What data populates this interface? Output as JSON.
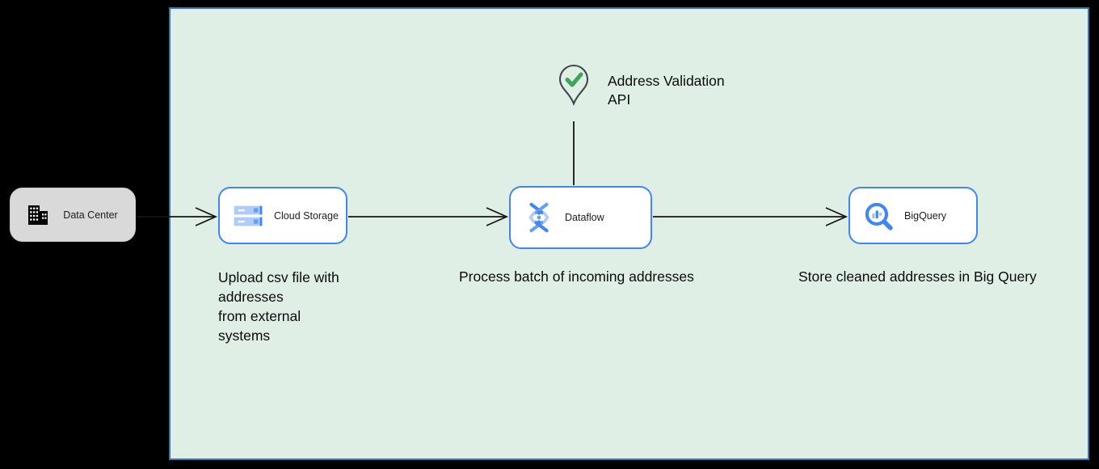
{
  "diagram": {
    "board": {
      "fill_color": "#dfefe6",
      "border_color": "#3676b5"
    },
    "nodes": {
      "data_center": {
        "label": "Data Center",
        "fill_color": "#d9d9d9",
        "icon": "building-icon",
        "icon_color": "#000000"
      },
      "cloud_storage": {
        "label": "Cloud Storage",
        "border_color": "#4284f3",
        "icon": "cloud-storage-icon"
      },
      "dataflow": {
        "label": "Dataflow",
        "border_color": "#4284f3",
        "icon": "dataflow-icon"
      },
      "bigquery": {
        "label": "BigQuery",
        "border_color": "#4284f3",
        "icon": "bigquery-icon"
      }
    },
    "icon_palette": {
      "blue_dark": "#4285f4",
      "blue_medium": "#669df6",
      "blue_light": "#aecbfa"
    },
    "api_marker": {
      "label": "Address Validation\nAPI",
      "icon": "location-pin-check-icon",
      "pin_outline_color": "#41474c",
      "check_color": "#3fa45c"
    },
    "captions": {
      "cloud_storage": "Upload csv file with\naddresses\nfrom external\nsystems",
      "dataflow": "Process batch of incoming addresses",
      "bigquery": "Store cleaned addresses in Big Query"
    },
    "connections": [
      {
        "from": "data-center",
        "to": "cloud-storage",
        "style": "open-arrow"
      },
      {
        "from": "cloud-storage",
        "to": "dataflow",
        "style": "open-arrow"
      },
      {
        "from": "dataflow",
        "to": "bigquery",
        "style": "open-arrow"
      },
      {
        "from": "address-validation-api",
        "to": "dataflow",
        "style": "plain-line"
      }
    ]
  }
}
